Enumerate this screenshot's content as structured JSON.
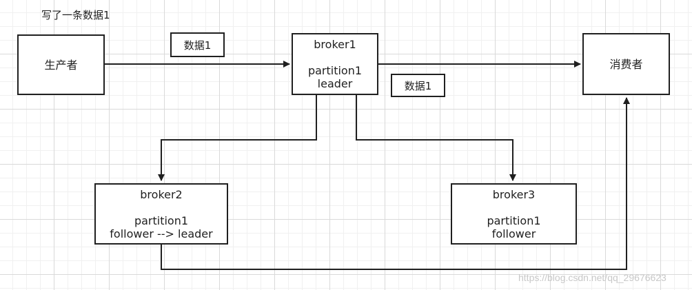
{
  "caption": "写了一条数据1",
  "nodes": {
    "producer": {
      "label": "生产者"
    },
    "consumer": {
      "label": "消费者"
    },
    "broker1": {
      "name": "broker1",
      "partition": "partition1",
      "role": "leader"
    },
    "broker2": {
      "name": "broker2",
      "partition": "partition1",
      "role": "follower --> leader"
    },
    "broker3": {
      "name": "broker3",
      "partition": "partition1",
      "role": "follower"
    }
  },
  "tags": {
    "produce_message": "数据1",
    "consume_message": "数据1"
  },
  "watermark": "https://blog.csdn.net/qq_29676623"
}
